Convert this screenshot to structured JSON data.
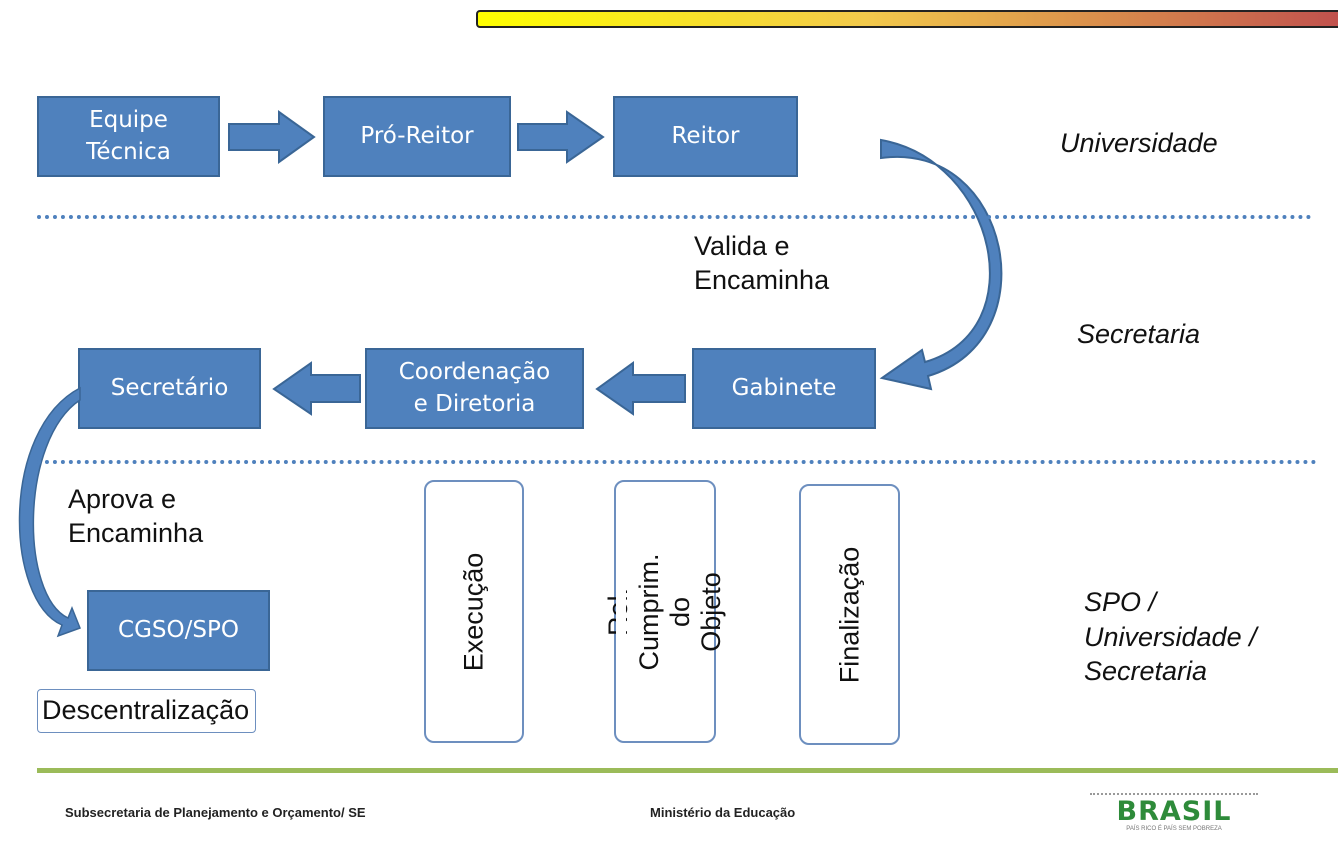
{
  "colors": {
    "box_fill": "#4f81bd",
    "dotted_line": "#4f81bd",
    "footer_line": "#9bbb59",
    "header_bar_gradient": [
      "#ffff00",
      "#c0504d"
    ]
  },
  "boxes": {
    "equipe_tecnica": "Equipe\nTécnica",
    "pro_reitor": "Pró-Reitor",
    "reitor": "Reitor",
    "gabinete": "Gabinete",
    "coordenacao": "Coordenação\ne Diretoria",
    "secretario": "Secretário",
    "cgso_spo": "CGSO/SPO"
  },
  "labels": {
    "valida": "Valida e\nEncaminha",
    "aprova": "Aprova e\nEncaminha",
    "descentralizacao": "Descentralização"
  },
  "zones": {
    "universidade": "Universidade",
    "secretaria": "Secretaria",
    "spo": "SPO /\nUniversidade /\nSecretaria"
  },
  "phases": {
    "execucao": "Execução",
    "rel_cumprim": "Rel. Cumprim. do\nObjeto",
    "finalizacao": "Finalização"
  },
  "footer": {
    "left": "Subsecretaria de Planejamento e Orçamento/ SE",
    "center": "Ministério da Educação",
    "logo": "BRASIL",
    "logo_tagline": "PAÍS RICO É PAÍS SEM POBREZA"
  }
}
